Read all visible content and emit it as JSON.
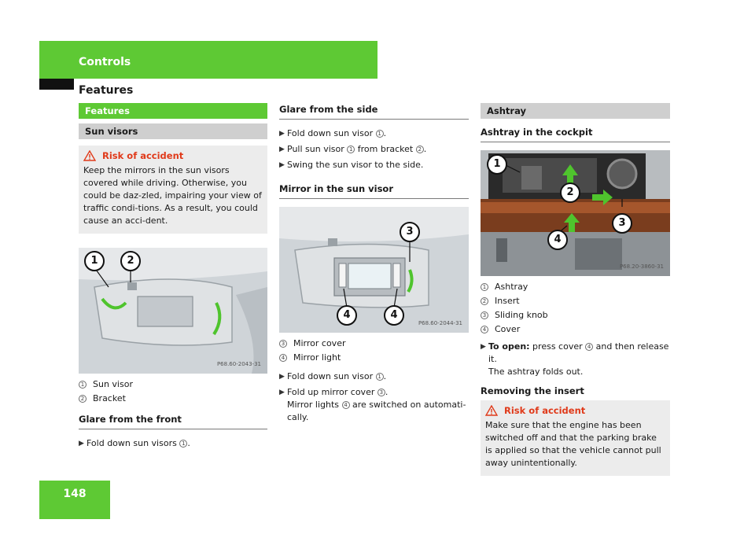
{
  "header": {
    "title": "Controls",
    "section": "Features"
  },
  "page_number": "148",
  "col1": {
    "band_title": "Features",
    "sub_band": "Sun visors",
    "warning": {
      "title": "Risk of accident",
      "text": "Keep the mirrors in the sun visors covered while driving. Otherwise, you could be daz-zled, impairing your view of traffic condi-tions. As a result, you could cause an acci-dent."
    },
    "figure_code": "P68.60-2043-31",
    "callouts": [
      "1",
      "2"
    ],
    "legend": [
      {
        "num": "1",
        "label": "Sun visor"
      },
      {
        "num": "2",
        "label": "Bracket"
      }
    ],
    "heading": "Glare from the front",
    "steps": [
      {
        "before": "Fold down sun visors ",
        "ref": "1",
        "after": "."
      }
    ]
  },
  "col2": {
    "heading": "Glare from the side",
    "steps": [
      {
        "before": "Fold down sun visor ",
        "ref": "1",
        "after": "."
      },
      {
        "before": "Pull sun visor ",
        "ref": "1",
        "after": " from bracket ",
        "ref2": "2",
        "after2": "."
      },
      {
        "before": "Swing the sun visor to the side.",
        "ref": "",
        "after": ""
      }
    ],
    "heading2": "Mirror in the sun visor",
    "figure_code": "P68.60-2044-31",
    "callouts": [
      "3",
      "4",
      "4"
    ],
    "legend": [
      {
        "num": "3",
        "label": "Mirror cover"
      },
      {
        "num": "4",
        "label": "Mirror light"
      }
    ],
    "steps2": [
      {
        "before": "Fold down sun visor ",
        "ref": "1",
        "after": "."
      },
      {
        "before": "Fold up mirror cover ",
        "ref": "3",
        "after": "."
      }
    ],
    "note_before": "Mirror lights ",
    "note_ref": "4",
    "note_after": " are switched on automati-cally."
  },
  "col3": {
    "sub_band": "Ashtray",
    "heading": "Ashtray in the cockpit",
    "figure_code": "P68.20-3860-31",
    "callouts": [
      "1",
      "2",
      "3",
      "4"
    ],
    "legend": [
      {
        "num": "1",
        "label": "Ashtray"
      },
      {
        "num": "2",
        "label": "Insert"
      },
      {
        "num": "3",
        "label": "Sliding knob"
      },
      {
        "num": "4",
        "label": "Cover"
      }
    ],
    "open_label": "To open:",
    "open_before": " press cover ",
    "open_ref": "4",
    "open_after": " and then release it.",
    "open_result": "The ashtray folds out.",
    "heading2": "Removing the insert",
    "warning": {
      "title": "Risk of accident",
      "text": "Make sure that the engine has been switched off and that the parking brake is applied so that the vehicle cannot pull away unintentionally."
    }
  },
  "colors": {
    "accent_green": "#5ec934",
    "warning_red": "#e03a1a",
    "band_gray": "#cfcfcf",
    "box_gray": "#ececec"
  },
  "icons": {
    "warning": "warning-triangle-icon",
    "step": "arrow-right-icon"
  }
}
